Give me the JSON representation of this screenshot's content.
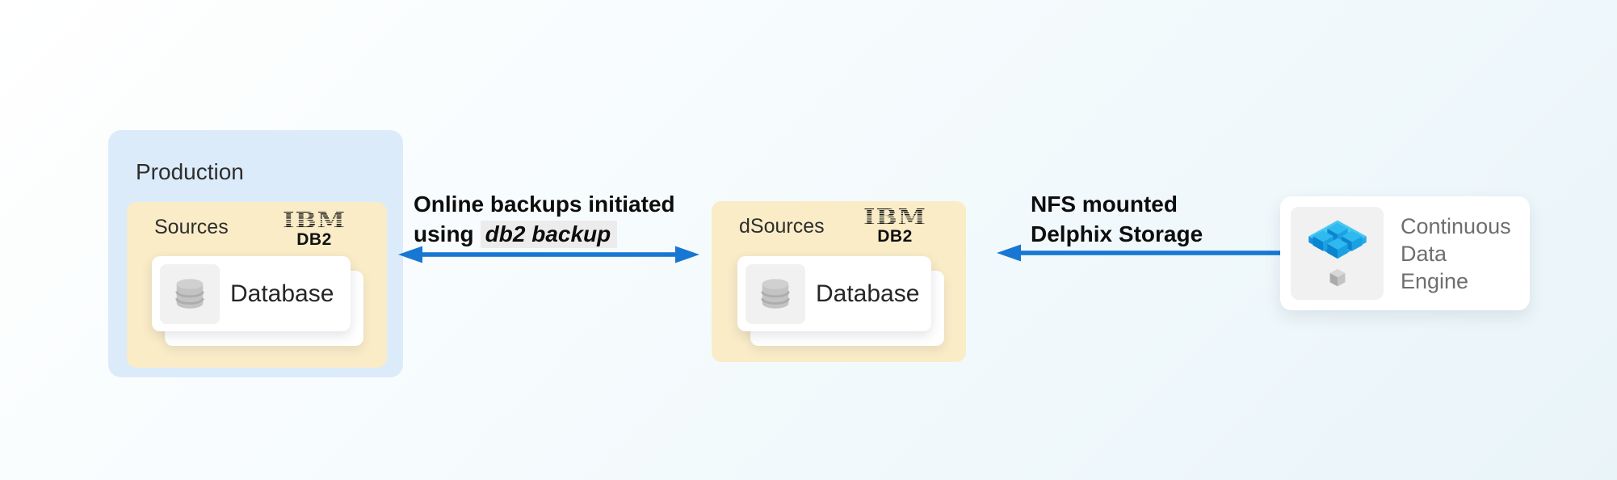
{
  "colors": {
    "page_bg_start": "#ffffff",
    "page_bg_mid": "#f5fbfd",
    "page_bg_end": "#e9f4f9",
    "production_bg": "#dcebfa",
    "sources_bg": "#faecc7",
    "arrow_blue": "#1877d2",
    "card_bg": "#ffffff",
    "icon_tile_bg": "#f1f1f1",
    "code_highlight_bg": "#ececec",
    "engine_text": "#6e6e6e",
    "label_text": "#2e2e2e",
    "arrow_label_text": "#0d0d0d"
  },
  "production": {
    "label": "Production"
  },
  "sources": {
    "label": "Sources",
    "vendor_name": "IBM",
    "vendor_product": "DB2",
    "database_label": "Database"
  },
  "dsources": {
    "label": "dSources",
    "vendor_name": "IBM",
    "vendor_product": "DB2",
    "database_label": "Database"
  },
  "backup_arrow": {
    "line1": "Online backups initiated",
    "line2_prefix": "using",
    "line2_command": "db2 backup"
  },
  "nfs_arrow": {
    "line1": "NFS mounted",
    "line2": "Delphix Storage"
  },
  "engine": {
    "line1": "Continuous",
    "line2": "Data",
    "line3": "Engine"
  }
}
